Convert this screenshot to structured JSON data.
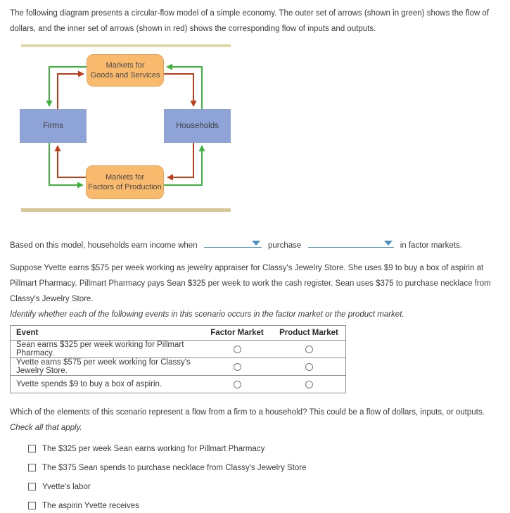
{
  "colors": {
    "dollar_flow_green": "#3cb43c",
    "inputs_outputs_red": "#c43b17",
    "market_box_fill": "#f9ba6d",
    "market_box_border": "#f0a052",
    "agent_box_fill": "#8ea3d8",
    "rule_top": "#e3d6a8",
    "rule_bottom": "#d8c693",
    "accent_dropdown": "#4a90c4",
    "table_border": "#8f8f8f"
  },
  "intro": "The following diagram presents a circular-flow model of a simple economy. The outer set of arrows (shown in green) shows the flow of dollars, and the inner set of arrows (shown in red) shows the corresponding flow of inputs and outputs.",
  "diagram": {
    "top_box_line1": "Markets for",
    "top_box_line2": "Goods and Services",
    "left_box": "Firms",
    "right_box": "Households",
    "bottom_box_line1": "Markets for",
    "bottom_box_line2": "Factors of Production"
  },
  "fill_in": {
    "before_first": "Based on this model, households earn income when",
    "dropdown1_value": "",
    "between": "purchase",
    "dropdown2_value": "",
    "after_second": "in factor markets."
  },
  "scenario": "Suppose Yvette earns $575 per week working as jewelry appraiser for Classy's Jewelry Store. She uses $9 to buy a box of aspirin at Pillmart Pharmacy. Pillmart Pharmacy pays Sean $325 per week to work the cash register. Sean uses $375 to purchase necklace from Classy's Jewelry Store.",
  "classify_instruction": "Identify whether each of the following events in this scenario occurs in the factor market or the product market.",
  "table": {
    "headers": [
      "Event",
      "Factor Market",
      "Product Market"
    ],
    "rows": [
      {
        "event": "Sean earns $325 per week working for Pillmart Pharmacy.",
        "factor_selected": false,
        "product_selected": false
      },
      {
        "event": "Yvette earns $575 per week working for Classy's Jewelry Store.",
        "factor_selected": false,
        "product_selected": false
      },
      {
        "event": "Yvette spends $9 to buy a box of aspirin.",
        "factor_selected": false,
        "product_selected": false
      }
    ]
  },
  "check_question": {
    "text": "Which of the elements of this scenario represent a flow from a firm to a household? This could be a flow of dollars, inputs, or outputs.",
    "italic_suffix": "Check all that apply.",
    "options": [
      {
        "label": "The $325 per week Sean earns working for Pillmart Pharmacy",
        "checked": false
      },
      {
        "label": "The $375 Sean spends to purchase necklace from Classy's Jewelry Store",
        "checked": false
      },
      {
        "label": "Yvette's labor",
        "checked": false
      },
      {
        "label": "The aspirin Yvette receives",
        "checked": false
      }
    ]
  }
}
